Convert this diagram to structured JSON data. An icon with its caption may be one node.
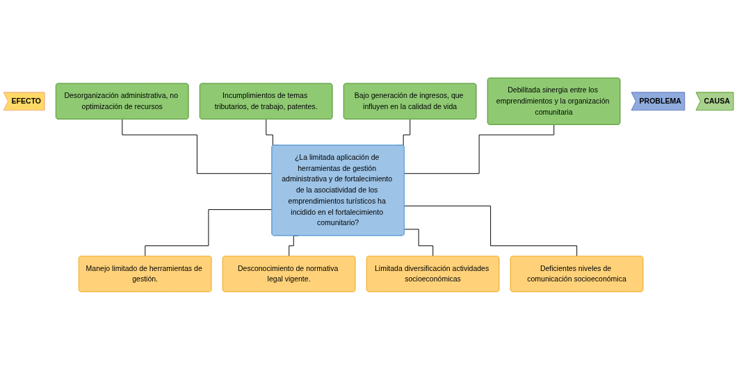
{
  "diagram": {
    "nodes": [
      {
        "text": [
          "EFECTO"
        ]
      },
      {
        "text": [
          "Desorganización administrativa, no optimización de recursos"
        ]
      },
      {
        "text": [
          "Incumplimientos de temas tributarios, de trabajo, patentes."
        ]
      },
      {
        "text": [
          "Bajo generación de ingresos, que influyen en la calidad de vida"
        ]
      },
      {
        "text": [
          "Debilitada sinergia entre los emprendimientos y la organización comunitaria"
        ]
      },
      {
        "text": [
          "PROBLEMA"
        ]
      },
      {
        "text": [
          "¿La limitada aplicación de herramientas de gestión administrativa y de fortalecimiento de la asociatividad de los emprendimientos turísticos ha incidido en el fortalecimiento comunitario?"
        ]
      },
      {
        "text": [
          "CAUSA"
        ]
      },
      {
        "text": [
          "Manejo limitado de herramientas de gestión."
        ]
      },
      {
        "text": [
          "Desconocimiento de normativa legal vigente."
        ]
      },
      {
        "text": [
          "Limitada diversificación actividades socioeconómicas"
        ]
      },
      {
        "text": [
          "Deficientes niveles de comunicación socioeconómica"
        ]
      }
    ],
    "edges": [
      {
        "from": 1,
        "to": 6,
        "arrow": "none"
      },
      {
        "from": 2,
        "to": 6,
        "arrow": "none"
      },
      {
        "from": 3,
        "to": 6,
        "arrow": "none"
      },
      {
        "from": 4,
        "to": 6,
        "arrow": "none"
      },
      {
        "from": 6,
        "to": 8,
        "arrow": "none"
      },
      {
        "from": 6,
        "to": 9,
        "arrow": "none"
      },
      {
        "from": 6,
        "to": 10,
        "arrow": "none"
      },
      {
        "from": 6,
        "to": 11,
        "arrow": "none"
      }
    ]
  }
}
